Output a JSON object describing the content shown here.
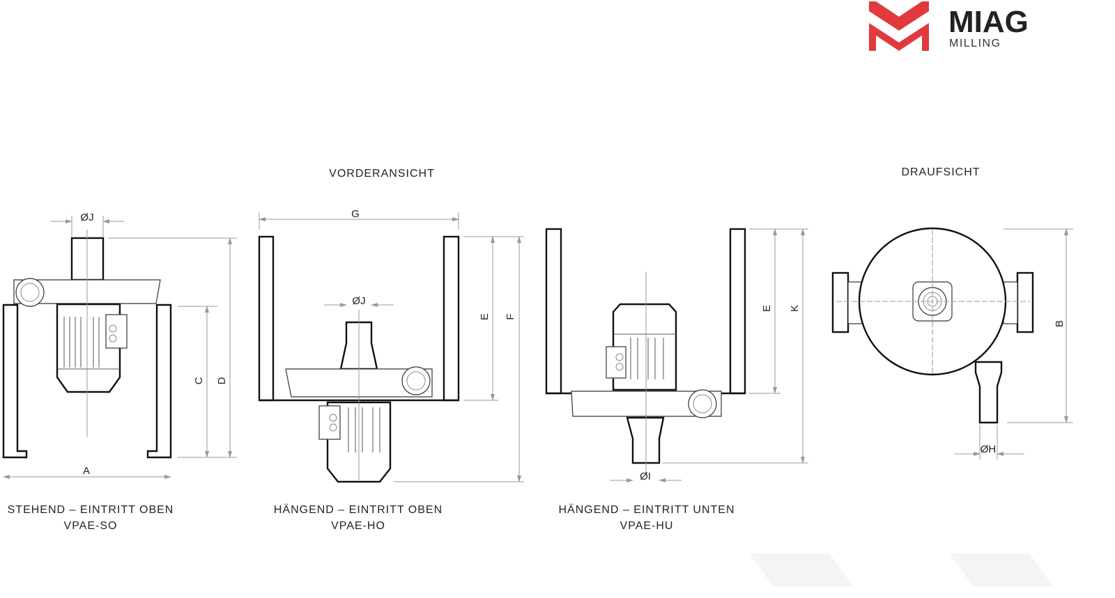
{
  "logo": {
    "brand": "MIAG",
    "sub": "MILLING",
    "accent": "#e03a3e"
  },
  "headings": {
    "front_view": "VORDERANSICHT",
    "top_view": "DRAUFSICHT"
  },
  "dimensions": {
    "A": "A",
    "B": "B",
    "C": "C",
    "D": "D",
    "E": "E",
    "F": "F",
    "G": "G",
    "K": "K",
    "J": "ØJ",
    "I": "ØI",
    "H": "ØH"
  },
  "variants": [
    {
      "title": "STEHEND – EINTRITT OBEN",
      "code": "VPAE-SO"
    },
    {
      "title": "HÄNGEND – EINTRITT OBEN",
      "code": "VPAE-HO"
    },
    {
      "title": "HÄNGEND – EINTRITT UNTEN",
      "code": "VPAE-HU"
    }
  ]
}
